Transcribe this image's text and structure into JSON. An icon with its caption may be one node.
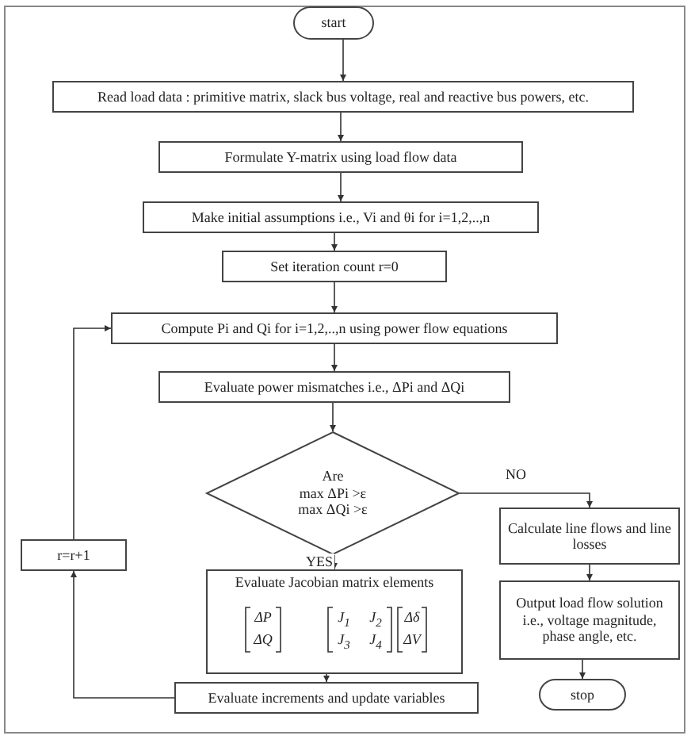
{
  "diagram": {
    "nodes": [
      {
        "text": [
          "start"
        ]
      },
      {
        "text": [
          "Read load data : primitive matrix, slack bus voltage, real and reactive bus powers, etc."
        ]
      },
      {
        "text": [
          "Formulate Y-matrix using load flow data"
        ]
      },
      {
        "text": [
          "Make initial assumptions i.e., Vi and θi for i=1,2,..,n"
        ]
      },
      {
        "text": [
          "Set iteration count r=0"
        ]
      },
      {
        "text": [
          "Compute Pi and Qi for i=1,2,..,n using power flow equations"
        ]
      },
      {
        "text": [
          "Evaluate power mismatches i.e., ΔPi and ΔQi"
        ]
      },
      {
        "text": [
          "Are",
          "max  ΔPi >ε",
          "max  ΔQi >ε"
        ]
      },
      {
        "text": [
          "Evaluate Jacobian matrix elements",
          "ΔP",
          "ΔQ",
          "J$_{1}$",
          "J$_{2}$",
          "J$_{3}$",
          "J$_{4}$",
          "Δδ",
          "ΔV"
        ]
      },
      {
        "text": [
          "Evaluate increments and update variables"
        ]
      },
      {
        "text": [
          "r=r+1"
        ]
      },
      {
        "text": [
          "Calculate line flows and line losses"
        ]
      },
      {
        "text": [
          "Output load flow solution i.e., voltage magnitude, phase angle, etc."
        ]
      },
      {
        "text": [
          "stop"
        ]
      }
    ],
    "edges": [
      {
        "from": 0,
        "to": 1,
        "arrow": "to"
      },
      {
        "from": 1,
        "to": 2,
        "arrow": "to"
      },
      {
        "from": 2,
        "to": 3,
        "arrow": "to"
      },
      {
        "from": 3,
        "to": 4,
        "arrow": "to"
      },
      {
        "from": 4,
        "to": 5,
        "arrow": "to"
      },
      {
        "from": 5,
        "to": 6,
        "arrow": "to"
      },
      {
        "from": 6,
        "to": 7,
        "arrow": "to"
      },
      {
        "from": 7,
        "to": 8,
        "label": "YES",
        "arrow": "to"
      },
      {
        "from": 8,
        "to": 9,
        "arrow": "to"
      },
      {
        "from": 9,
        "to": 10,
        "arrow": "to"
      },
      {
        "from": 10,
        "to": 5,
        "arrow": "to"
      },
      {
        "from": 7,
        "to": 11,
        "label": "NO",
        "arrow": "to"
      },
      {
        "from": 11,
        "to": 12,
        "arrow": "to"
      },
      {
        "from": 12,
        "to": 13,
        "arrow": "to"
      }
    ]
  }
}
